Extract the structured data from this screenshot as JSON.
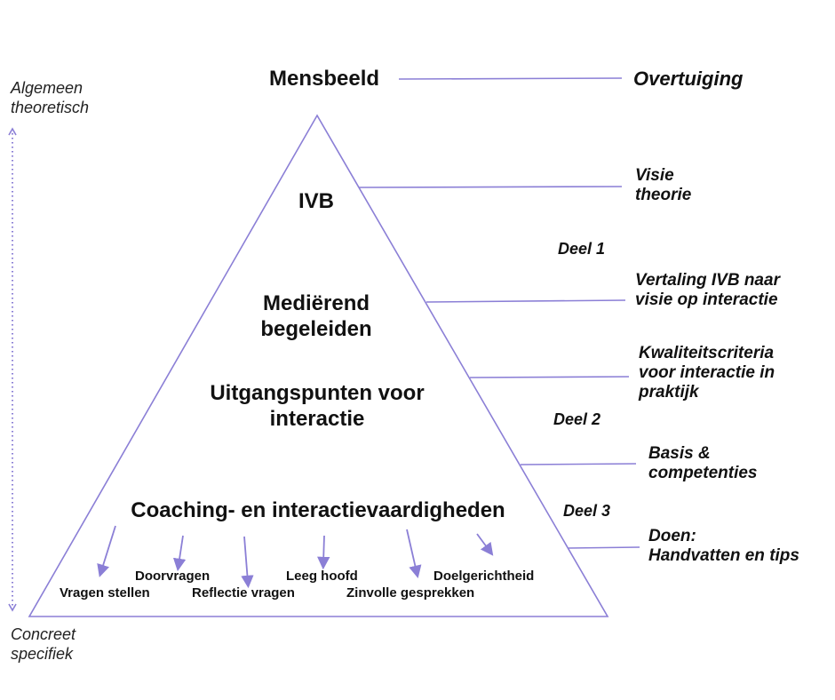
{
  "axis": {
    "top_label": "Algemeen\ntheoretisch",
    "bottom_label": "Concreet\nspecifiek"
  },
  "pyramid": {
    "apex_label": "Mensbeeld",
    "tiers": [
      "IVB",
      "Mediërend\nbegeleiden",
      "Uitgangspunten voor\ninteractie",
      "Coaching- en interactievaardigheden"
    ],
    "skills": [
      "Vragen stellen",
      "Doorvragen",
      "Reflectie vragen",
      "Leeg hoofd",
      "Zinvolle gesprekken",
      "Doelgerichtheid"
    ]
  },
  "right_labels": [
    "Overtuiging",
    "Visie\ntheorie",
    "Vertaling IVB naar\nvisie op interactie",
    "Kwaliteitscriteria\nvoor interactie in\npraktijk",
    "Basis &\ncompetenties",
    "Doen:\nHandvatten en tips"
  ],
  "sections": [
    "Deel 1",
    "Deel 2",
    "Deel 3"
  ],
  "colors": {
    "accent": "#8b7fd6",
    "text": "#111111"
  }
}
